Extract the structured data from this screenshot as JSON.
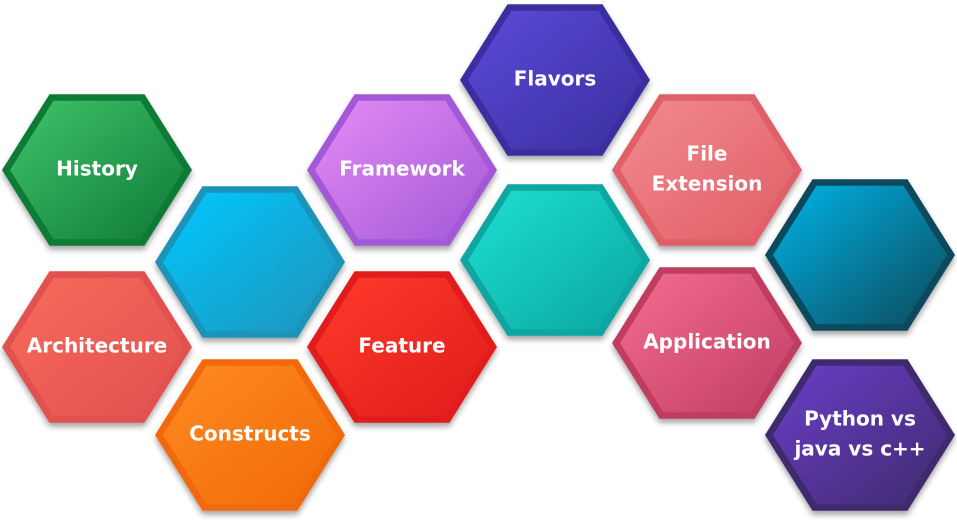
{
  "diagram": {
    "hexagons": [
      {
        "id": "history",
        "label_lines": [
          "History"
        ],
        "color_light": "#3fc46a",
        "color_dark": "#0f7a36"
      },
      {
        "id": "blank-blue",
        "label_lines": [],
        "color_light": "#00c8ff",
        "color_dark": "#1f93b9"
      },
      {
        "id": "framework",
        "label_lines": [
          "Framework"
        ],
        "color_light": "#e48cf5",
        "color_dark": "#a358d8"
      },
      {
        "id": "flavors",
        "label_lines": [
          "Flavors"
        ],
        "color_light": "#5a4bd8",
        "color_dark": "#3a2f9f"
      },
      {
        "id": "teal",
        "label_lines": [],
        "color_light": "#1de0d0",
        "color_dark": "#0aa6a0"
      },
      {
        "id": "file-extension",
        "label_lines": [
          "File",
          "Extension"
        ],
        "color_light": "#f28a90",
        "color_dark": "#e05e67"
      },
      {
        "id": "blank-cyan-dark",
        "label_lines": [],
        "color_light": "#00b4e8",
        "color_dark": "#0c4a5c"
      },
      {
        "id": "architecture",
        "label_lines": [
          "Architecture"
        ],
        "color_light": "#f86a5a",
        "color_dark": "#e05150"
      },
      {
        "id": "feature",
        "label_lines": [
          "Feature"
        ],
        "color_light": "#ff3a2a",
        "color_dark": "#e01b1b"
      },
      {
        "id": "application",
        "label_lines": [
          "Application"
        ],
        "color_light": "#f56d90",
        "color_dark": "#c03d62"
      },
      {
        "id": "constructs",
        "label_lines": [
          "Constructs"
        ],
        "color_light": "#ff8a22",
        "color_dark": "#f06a08"
      },
      {
        "id": "python-vs-java",
        "label_lines": [
          "Python vs",
          "java vs c++"
        ],
        "color_light": "#6a3ec8",
        "color_dark": "#3f2b6e"
      }
    ]
  }
}
